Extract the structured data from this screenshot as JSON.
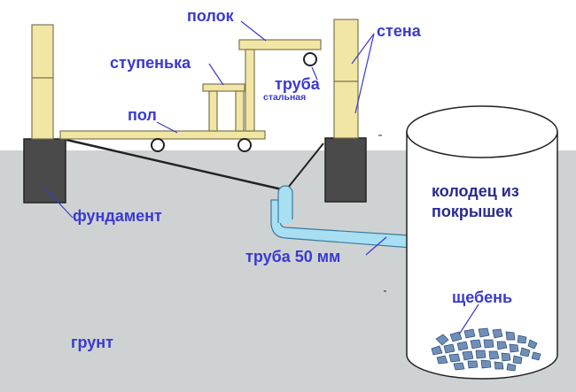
{
  "labels": {
    "shelf": "полок",
    "step": "ступенька",
    "floor": "пол",
    "steel_pipe": "труба",
    "steel_pipe_sub": "стальная",
    "wall": "стена",
    "foundation": "фундамент",
    "pipe_50": "труба 50 мм",
    "well": "колодец из",
    "well_2": "покрышек",
    "gravel": "щебень",
    "ground": "грунт"
  },
  "colors": {
    "ground": "#cfd2d3",
    "wood": "#f2e6a4",
    "wood_stroke": "#7d7550",
    "foundation": "#4a4a4a",
    "pipe": "#a8dff3",
    "pipe_stroke": "#3a7aa0",
    "label": "#3a3ad0",
    "gravel": "#6f8fb8"
  }
}
